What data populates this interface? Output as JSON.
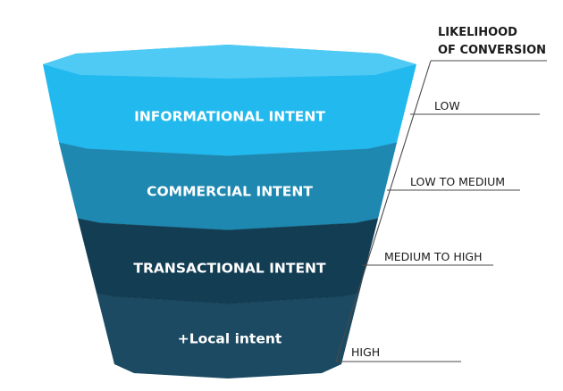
{
  "stages": [
    {
      "label": "INFORMATIONAL INTENT",
      "color": "#22b9ef"
    },
    {
      "label": "COMMERCIAL INTENT",
      "color": "#1e88b0"
    },
    {
      "label": "TRANSACTIONAL INTENT",
      "color": "#123d53"
    },
    {
      "label": "+Local intent",
      "color": "#1b4a62"
    }
  ],
  "top_rim_color": "#4fcaf4",
  "scale": {
    "title_line1": "LIKELIHOOD",
    "title_line2": "OF CONVERSION",
    "levels": [
      {
        "label": "LOW"
      },
      {
        "label": "LOW TO MEDIUM"
      },
      {
        "label": "MEDIUM TO HIGH"
      },
      {
        "label": "HIGH"
      }
    ]
  }
}
